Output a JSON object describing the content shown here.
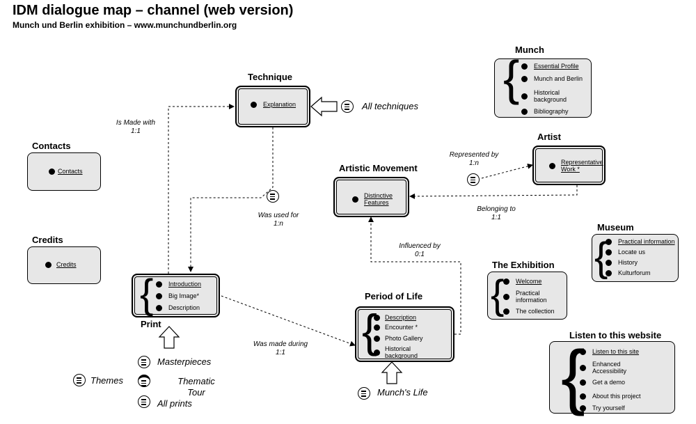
{
  "title": "IDM dialogue map – channel (web version)",
  "subtitle": "Munch und Berlin exhibition – www.munchundberlin.org",
  "nodes": {
    "munch": {
      "title": "Munch",
      "items": [
        "Essential Profile",
        "Munch and Berlin",
        "Historical background",
        "Bibliography"
      ]
    },
    "technique": {
      "title": "Technique",
      "items": [
        "Explanation"
      ]
    },
    "contacts": {
      "title": "Contacts",
      "items": [
        "Contacts"
      ]
    },
    "credits": {
      "title": "Credits",
      "items": [
        "Credits"
      ]
    },
    "artist": {
      "title": "Artist",
      "items": [
        "Representative Work *"
      ]
    },
    "movement": {
      "title": "Artistic Movement",
      "items": [
        "Distinctive Features"
      ]
    },
    "museum": {
      "title": "Museum",
      "items": [
        "Practical information",
        "Locate us",
        "History",
        "Kulturforum"
      ]
    },
    "exhibition": {
      "title": "The Exhibition",
      "items": [
        "Welcome",
        "Practical information",
        "The collection"
      ]
    },
    "print": {
      "title": "Print",
      "items": [
        "Introduction",
        "Big Image*",
        "Description"
      ]
    },
    "period": {
      "title": "Period of Life",
      "items": [
        "Description",
        "Encounter *",
        "Photo Gallery",
        "Historical background"
      ]
    },
    "listen": {
      "title": "Listen to this website",
      "items": [
        "Listen to this site",
        "Enhanced Accessibility",
        "Get a demo",
        "About this project",
        "Try yourself"
      ]
    }
  },
  "edges": {
    "made_with": [
      "Is Made with",
      "1:1"
    ],
    "used_for": [
      "Was used for",
      "1:n"
    ],
    "represented_by": [
      "Represented by",
      "1:n"
    ],
    "belonging_to": [
      "Belonging to",
      "1:1"
    ],
    "influenced_by": [
      "Influenced by",
      "0:1"
    ],
    "made_during": [
      "Was made during",
      "1:1"
    ]
  },
  "access": {
    "all_techniques": "All techniques",
    "masterpieces": "Masterpieces",
    "themes": "Themes",
    "thematic_tour": "Thematic Tour",
    "all_prints": "All prints",
    "munchs_life": "Munch's Life"
  },
  "colors": {
    "box_fill": "#e7e7e7",
    "line": "#000000",
    "background": "#ffffff"
  }
}
